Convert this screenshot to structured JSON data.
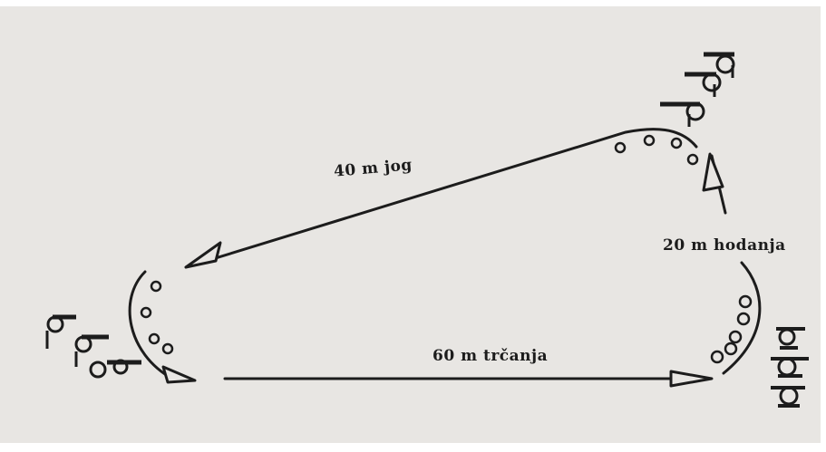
{
  "labels": {
    "jog": "40 m jog",
    "walk": "20 m hodanja",
    "run": "60 m trčanja"
  },
  "colors": {
    "paper": "#e8e6e3",
    "ink": "#1c1c1c"
  },
  "icons": [
    "cone-icon",
    "figure-icon",
    "arrowhead-icon"
  ]
}
